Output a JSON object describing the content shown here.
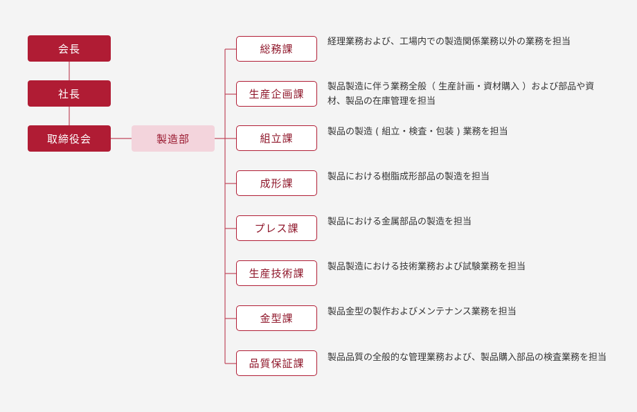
{
  "executives": [
    {
      "label": "会長"
    },
    {
      "label": "社長"
    },
    {
      "label": "取締役会"
    }
  ],
  "department": {
    "label": "製造部"
  },
  "sections": [
    {
      "label": "総務課",
      "desc": "経理業務および、工場内での製造関係業務以外の業務を担当"
    },
    {
      "label": "生産企画課",
      "desc": "製品製造に伴う業務全般（ 生産計画・資材購入 ）および部品や資材、製品の在庫管理を担当"
    },
    {
      "label": "組立課",
      "desc": "製品の製造 ( 組立・検査・包装 ) 業務を担当"
    },
    {
      "label": "成形課",
      "desc": "製品における樹脂成形部品の製造を担当"
    },
    {
      "label": "プレス課",
      "desc": "製品における金属部品の製造を担当"
    },
    {
      "label": "生産技術課",
      "desc": "製品製造における技術業務および試験業務を担当"
    },
    {
      "label": "金型課",
      "desc": "製品金型の製作およびメンテナンス業務を担当"
    },
    {
      "label": "品質保証課",
      "desc": "製品品質の全般的な管理業務および、製品購入部品の検査業務を担当"
    }
  ],
  "colors": {
    "primary": "#b01c34",
    "dept_bg": "#f3d4dc",
    "line": "#c0485c"
  }
}
